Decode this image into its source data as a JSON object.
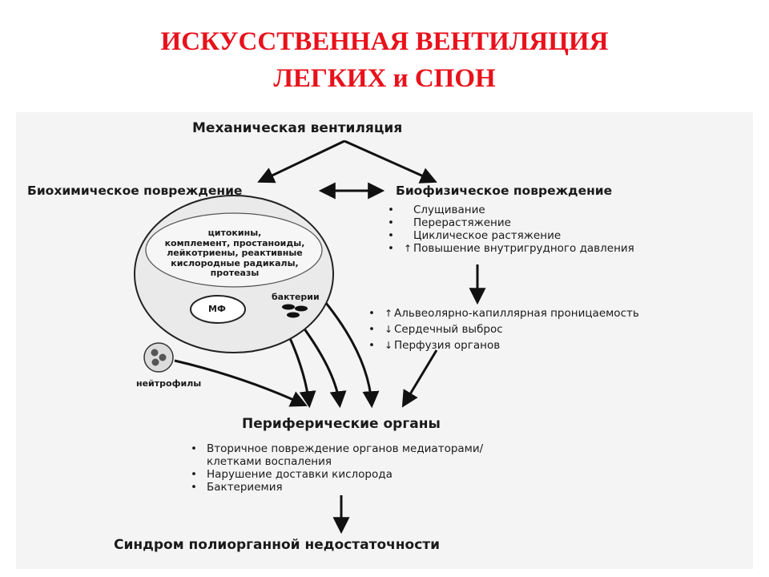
{
  "slide": {
    "title_line1": "ИСКУССТВЕННАЯ ВЕНТИЛЯЦИЯ",
    "title_line2": "ЛЕГКИХ и СПОН",
    "title_color": "#e8111b"
  },
  "diagram": {
    "top_node": "Механическая вентиляция",
    "left_node": "Биохимическое повреждение",
    "right_node": "Биофизическое повреждение",
    "right_items": [
      {
        "bullet": "•",
        "arrow": "",
        "text": "Слущивание"
      },
      {
        "bullet": "•",
        "arrow": "",
        "text": "Перерастяжение"
      },
      {
        "bullet": "•",
        "arrow": "",
        "text": "Циклическое растяжение"
      },
      {
        "bullet": "•",
        "arrow": "↑",
        "text": "Повышение внутригрудного давления"
      }
    ],
    "mid_items": [
      {
        "bullet": "•",
        "arrow": "↑",
        "text": "Альвеолярно-капиллярная проницаемость"
      },
      {
        "bullet": "•",
        "arrow": "↓",
        "text": "Сердечный выброс"
      },
      {
        "bullet": "•",
        "arrow": "↓",
        "text": "Перфузия органов"
      }
    ],
    "cell_lines": [
      "цитокины,",
      "комплемент, простаноиды,",
      "лейкотриены, реактивные",
      "кислородные радикалы,",
      "протеазы"
    ],
    "macrophage": "МФ",
    "bacteria": "бактерии",
    "neutrophils": "нейтрофилы",
    "periph_node": "Периферические органы",
    "periph_items": [
      {
        "bullet": "•",
        "text": "Вторичное повреждение органов медиаторами/"
      },
      {
        "bullet": "",
        "text": "клетками воспаления"
      },
      {
        "bullet": "•",
        "text": "Нарушение доставки кислорода"
      },
      {
        "bullet": "•",
        "text": "Бактериемия"
      }
    ],
    "bottom_node": "Синдром полиорганной недостаточности"
  }
}
